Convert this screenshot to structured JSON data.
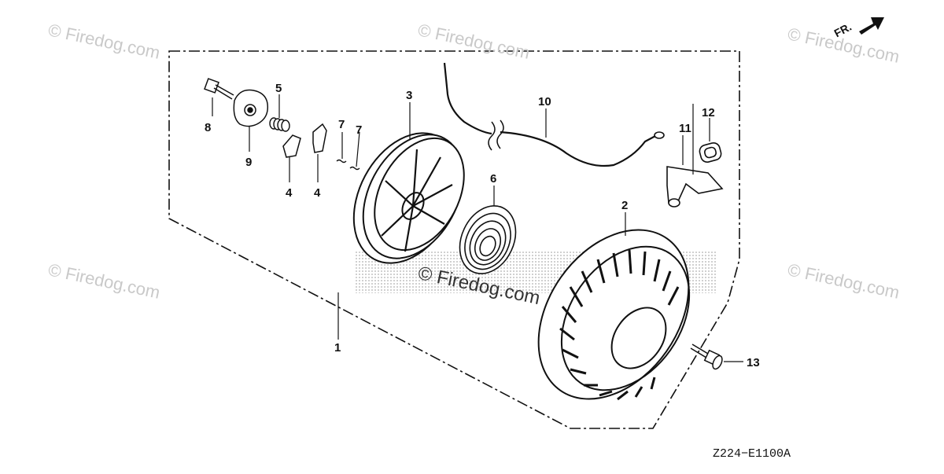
{
  "watermark": "© Firedog.com",
  "direction_label": "FR.",
  "diagram_code": "Z224−E1100A",
  "callouts": [
    "1",
    "2",
    "3",
    "4",
    "4",
    "5",
    "6",
    "7",
    "7",
    "8",
    "9",
    "10",
    "11",
    "12",
    "13"
  ],
  "colors": {
    "line": "#111111",
    "watermark": "#c9c9c9"
  }
}
